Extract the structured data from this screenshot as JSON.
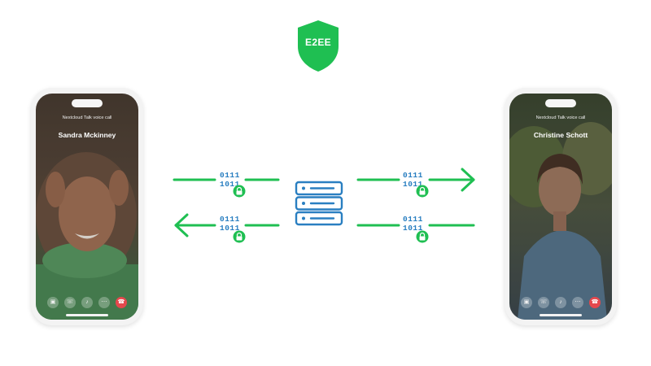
{
  "badge": {
    "label": "E2EE",
    "color": "#1fbf52"
  },
  "left_phone": {
    "app_title": "Nextcloud Talk voice call",
    "caller_name": "Sandra Mckinney",
    "controls": [
      "picture-in-picture",
      "phone-switch",
      "microphone",
      "more",
      "end-call"
    ]
  },
  "right_phone": {
    "app_title": "Nextcloud Talk voice call",
    "caller_name": "Christine Schott",
    "controls": [
      "picture-in-picture",
      "phone-switch",
      "microphone",
      "more",
      "end-call"
    ]
  },
  "data_packets": [
    {
      "line1": "0111",
      "line2": "1011"
    },
    {
      "line1": "0111",
      "line2": "1011"
    },
    {
      "line1": "0111",
      "line2": "1011"
    },
    {
      "line1": "0111",
      "line2": "1011"
    }
  ],
  "colors": {
    "arrow": "#1fbf52",
    "bits": "#2a7fc1",
    "server": "#2a7fc1",
    "end_call": "#e5484d"
  },
  "control_glyphs": {
    "pip": "▣",
    "switch": "☏",
    "mic": "♪",
    "more": "⋯",
    "end": "☎"
  }
}
